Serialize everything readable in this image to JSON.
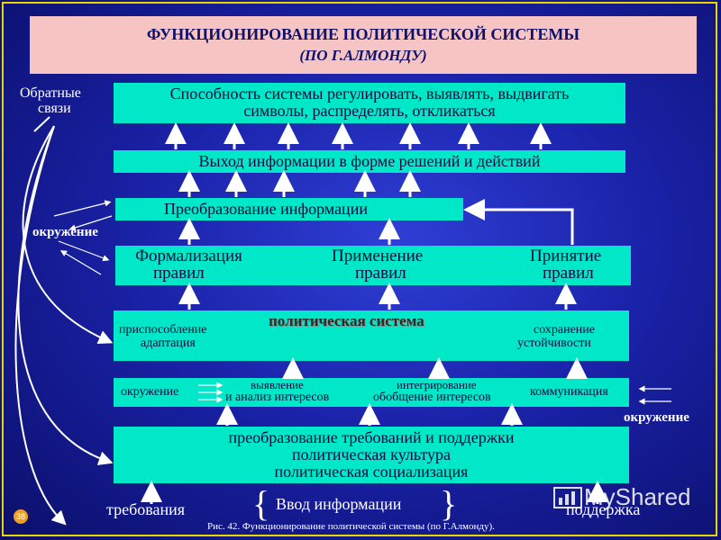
{
  "title": {
    "line1": "ФУНКЦИОНИРОВАНИЕ ПОЛИТИЧЕСКОЙ СИСТЕМЫ",
    "line2": "(ПО Г.АЛМОНДУ)"
  },
  "boxes": {
    "capability": {
      "line1": "Способность системы регулировать, выявлять, выдвигать",
      "line2": "символы, распределять, откликаться"
    },
    "output": "Выход информации в форме решений и действий",
    "transform": "Преобразование информации",
    "rules": {
      "formalization": [
        "Формализация",
        "правил"
      ],
      "application": [
        "Применение",
        "правил"
      ],
      "adoption": [
        "Принятие",
        "правил"
      ]
    },
    "polsys": {
      "title": "политическая система",
      "left": [
        "приспособление",
        "адаптация"
      ],
      "right": [
        "сохранение",
        "устойчивости"
      ]
    },
    "interests": {
      "env": "окружение",
      "identify": [
        "выявление",
        "и анализ интересов"
      ],
      "integrate": [
        "интегрирование",
        "обобщение интересов"
      ],
      "communication": "коммуникация"
    },
    "conversion": {
      "line1": "преобразование требований и поддержки",
      "line2": "политическая культура",
      "line3": "политическая социализация"
    }
  },
  "labels": {
    "feedback": [
      "Обратные",
      "связи"
    ],
    "environment_left": "окружение",
    "environment_right": "окружение",
    "demands": "требования",
    "input": "Ввод информации",
    "support": "поддержка"
  },
  "caption": "Рис. 42. Функционирование политической системы (по Г.Алмонду).",
  "slide_number": "38",
  "watermark": "MyShared"
}
